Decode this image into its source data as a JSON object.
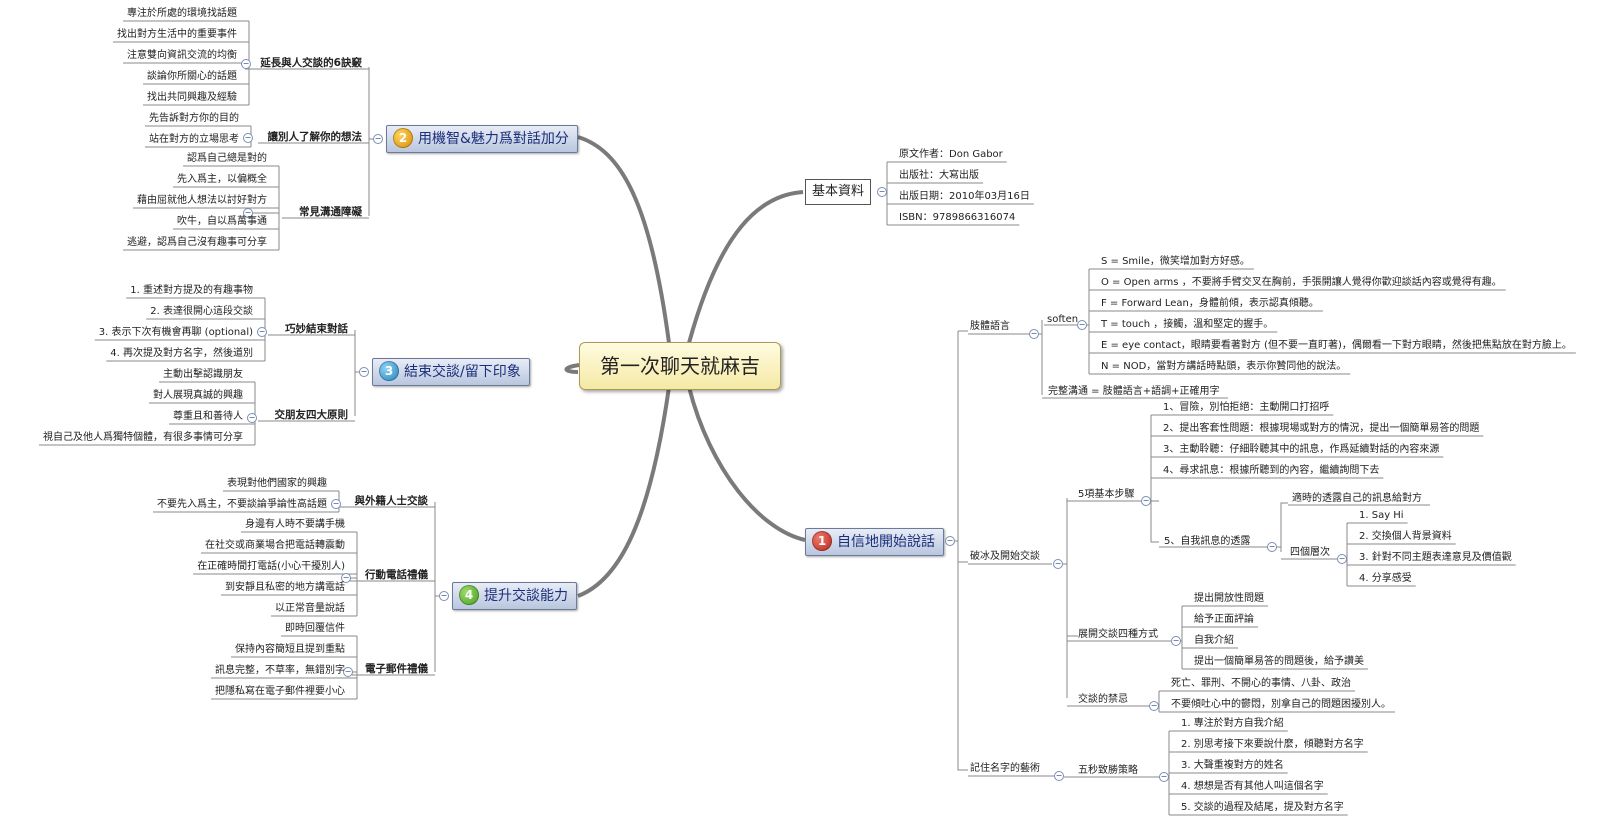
{
  "central": "第一次聊天就麻吉",
  "basic": {
    "label": "基本資料",
    "items": [
      "原文作者：Don Gabor",
      "出版社：大寫出版",
      "出版日期：2010年03月16日",
      "ISBN：9789866316074"
    ]
  },
  "branch1": {
    "badge": "1",
    "label": "自信地開始說話",
    "body_language": {
      "label": "肢體語言",
      "soften_label": "soften",
      "soften_items": [
        "S = Smile，微笑增加對方好感。",
        "O = Open arms ，不要將手臂交叉在胸前，手張開讓人覺得你歡迎談話內容或覺得有趣。",
        "F = Forward Lean，身體前傾，表示認真傾聽。",
        "T = touch ，接觸，溫和堅定的握手。",
        "E = eye contact，眼睛要看著對方 (但不要一直盯著)，偶爾看一下對方眼睛，然後把焦點放在對方臉上。",
        "N = NOD，當對方講話時點頭，表示你贊同他的說法。"
      ],
      "full": "完整溝通 = 肢體語言+語調+正確用字"
    },
    "icebreak": {
      "label": "破冰及開始交談",
      "steps_label": "5項基本步驟",
      "steps": [
        "1、冒險，別怕拒絕：主動開口打招呼",
        "2、提出客套性問題：根據現場或對方的情況，提出一個簡單易答的問題",
        "3、主動聆聽：仔細聆聽其中的訊息，作爲延續對話的內容來源",
        "4、尋求訊息：根據所聽到的內容，繼續詢問下去"
      ],
      "step5_label": "5、自我訊息的透露",
      "step5_top": "適時的透露自己的訊息給對方",
      "levels_label": "四個層次",
      "levels": [
        "1. Say Hi",
        "2. 交換個人背景資料",
        "3. 針對不同主題表達意見及價值觀",
        "4. 分享感受"
      ],
      "expand_label": "展開交談四種方式",
      "expand": [
        "提出開放性問題",
        "給予正面評論",
        "自我介紹",
        "提出一個簡單易答的問題後，給予讚美"
      ],
      "taboo_label": "交談的禁忌",
      "taboo": [
        "死亡、罪刑、不開心的事情、八卦、政治",
        "不要傾吐心中的鬱悶，別拿自己的問題困擾別人。"
      ]
    },
    "names": {
      "label": "記住名字的藝術",
      "strategy_label": "五秒致勝策略",
      "strategy": [
        "1. 專注於對方自我介紹",
        "2. 別思考接下來要說什麼，傾聽對方名字",
        "3. 大聲重複對方的姓名",
        "4. 想想是否有其他人叫這個名字",
        "5. 交談的過程及結尾，提及對方名字"
      ]
    }
  },
  "branch2": {
    "badge": "2",
    "label": "用機智&魅力爲對話加分",
    "extend_label": "延長與人交談的6訣竅",
    "extend": [
      "專注於所處的環境找話題",
      "找出對方生活中的重要事件",
      "注意雙向資訊交流的均衡",
      "談論你所關心的話題",
      "找出共同興趣及經驗"
    ],
    "understand_label": "讓別人了解你的想法",
    "understand": [
      "先告訴對方你的目的",
      "站在對方的立場思考"
    ],
    "barrier_label": "常見溝通障礙",
    "barrier": [
      "認爲自己總是對的",
      "先入爲主，以偏概全",
      "藉由屈就他人想法以討好對方",
      "吹牛，自以爲萬事通",
      "逃避，認爲自己沒有趣事可分享"
    ]
  },
  "branch3": {
    "badge": "3",
    "label": "結束交談/留下印象",
    "end_label": "巧妙結束對話",
    "end": [
      "1. 重述對方提及的有趣事物",
      "2. 表達很開心這段交談",
      "3. 表示下次有機會再聊 (optional)",
      "4. 再次提及對方名字，然後道別"
    ],
    "friend_label": "交朋友四大原則",
    "friend": [
      "主動出擊認識朋友",
      "對人展現真誠的興趣",
      "尊重且和善待人",
      "視自己及他人爲獨特個體，有很多事情可分享"
    ]
  },
  "branch4": {
    "badge": "4",
    "label": "提升交談能力",
    "foreign_label": "與外籍人士交談",
    "foreign": [
      "表現對他們國家的興趣",
      "不要先入爲主，不要談論爭論性高話題"
    ],
    "phone_label": "行動電話禮儀",
    "phone": [
      "身邊有人時不要講手機",
      "在社交或商業場合把電話轉震動",
      "在正確時間打電話(小心干擾別人)",
      "到安靜且私密的地方講電話",
      "以正常音量說話"
    ],
    "email_label": "電子郵件禮儀",
    "email": [
      "即時回覆信件",
      "保持內容簡短且提到重點",
      "訊息完整，不草率，無錯別字",
      "把隱私寫在電子郵件裡要小心"
    ]
  },
  "colors": {
    "main_text": "#1b2f7a",
    "line": "#8a8a8a",
    "thick_line": "#7a7a7a"
  }
}
